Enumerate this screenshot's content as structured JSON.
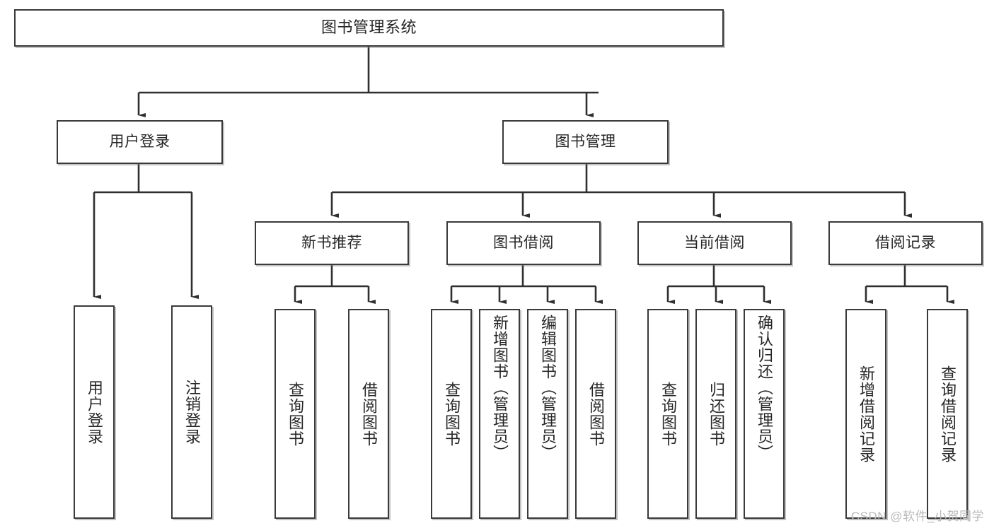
{
  "diagram": {
    "type": "hierarchy-tree",
    "title_node": {
      "label": "图书管理系统"
    },
    "level2": [
      {
        "label": "用户登录"
      },
      {
        "label": "图书管理"
      }
    ],
    "level3": [
      {
        "label": "新书推荐"
      },
      {
        "label": "图书借阅"
      },
      {
        "label": "当前借阅"
      },
      {
        "label": "借阅记录"
      }
    ],
    "leaves": {
      "user_login": [
        {
          "label": "用户登录"
        },
        {
          "label": "注销登录"
        }
      ],
      "new_book_recommend": [
        {
          "label": "查询图书"
        },
        {
          "label": "借阅图书"
        }
      ],
      "book_borrow": [
        {
          "label": "查询图书"
        },
        {
          "label": "新增图书（管理员）"
        },
        {
          "label": "编辑图书（管理员）"
        },
        {
          "label": "借阅图书"
        }
      ],
      "current_borrow": [
        {
          "label": "查询图书"
        },
        {
          "label": "归还图书"
        },
        {
          "label": "确认归还（管理员）"
        }
      ],
      "borrow_record": [
        {
          "label": "新增借阅记录"
        },
        {
          "label": "查询借阅记录"
        }
      ]
    },
    "watermark": "CSDN @软件_小贺同学",
    "colors": {
      "stroke": "#3a3a3a",
      "box_fill": "#ffffff",
      "text": "#262626",
      "watermark": "#b9b9b9"
    }
  }
}
